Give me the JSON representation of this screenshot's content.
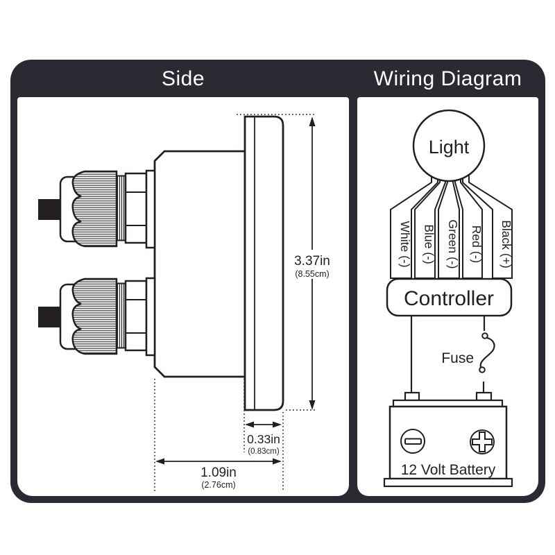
{
  "panels": {
    "side": {
      "title": "Side",
      "dimensions": {
        "height_in": "3.37in",
        "height_cm": "(8.55cm)",
        "depth_in": "0.33in",
        "depth_cm": "(0.83cm)",
        "width_in": "1.09in",
        "width_cm": "(2.76cm)"
      }
    },
    "wiring": {
      "title": "Wiring Diagram",
      "light_label": "Light",
      "wires": [
        "White (-)",
        "Blue (-)",
        "Green (-)",
        "Red (-)",
        "Black (+)"
      ],
      "controller_label": "Controller",
      "fuse_label": "Fuse",
      "battery_label": "12 Volt Battery"
    }
  },
  "colors": {
    "frame": "#2a2a33",
    "line": "#231f20",
    "background": "#ffffff"
  }
}
